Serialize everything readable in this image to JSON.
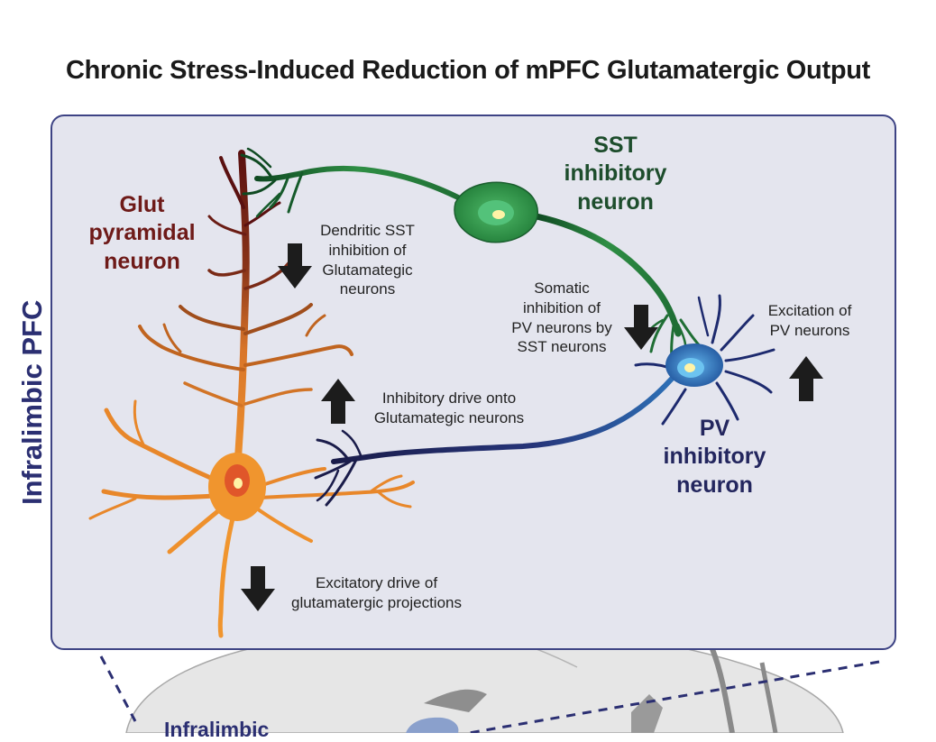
{
  "title": "Chronic Stress-Induced Reduction of mPFC Glutamatergic Output",
  "side_label": "Infralimbic PFC",
  "neurons": {
    "glut": {
      "line1": "Glut",
      "line2": "pyramidal",
      "line3": "neuron",
      "color": "#6e1a18"
    },
    "sst": {
      "line1": "SST",
      "line2": "inhibitory",
      "line3": "neuron",
      "color": "#1d4d2c"
    },
    "pv": {
      "line1": "PV",
      "line2": "inhibitory",
      "line3": "neuron",
      "color": "#23265e"
    }
  },
  "annotations": {
    "dendritic": {
      "direction": "down",
      "line1": "Dendritic SST",
      "line2": "inhibition of",
      "line3": "Glutamategic",
      "line4": "neurons"
    },
    "somatic": {
      "direction": "down",
      "line1": "Somatic",
      "line2": "inhibition of",
      "line3": "PV neurons by",
      "line4": "SST neurons"
    },
    "excitation_pv": {
      "direction": "up",
      "line1": "Excitation of",
      "line2": "PV neurons"
    },
    "inhibitory_drive": {
      "direction": "up",
      "line1": "Inhibitory drive onto",
      "line2": "Glutamategic neurons"
    },
    "excitatory_drive": {
      "direction": "down",
      "line1": "Excitatory drive of",
      "line2": "glutamatergic projections"
    }
  },
  "inset_label": "Infralimbic",
  "colors": {
    "panel_bg": "#e4e5ee",
    "panel_border": "#3d4384",
    "pyramidal_soma": "#f0952e",
    "pyramidal_nucleus": "#e0562a",
    "sst_body": "#2e8e44",
    "pv_body": "#2d6fb5",
    "arrow": "#1c1c1c",
    "brain_fill": "#e5e5e5"
  },
  "icons": [
    "arrow-down-icon",
    "arrow-up-icon"
  ]
}
